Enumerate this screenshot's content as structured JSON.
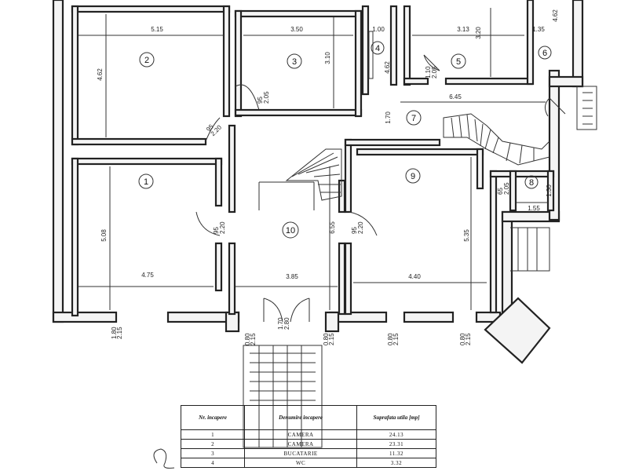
{
  "plan": {
    "rooms": [
      {
        "number": "1"
      },
      {
        "number": "2"
      },
      {
        "number": "3"
      },
      {
        "number": "4"
      },
      {
        "number": "5"
      },
      {
        "number": "6"
      },
      {
        "number": "7"
      },
      {
        "number": "8"
      },
      {
        "number": "9"
      },
      {
        "number": "10"
      }
    ],
    "dims": {
      "r2_w": "5.15",
      "r2_h": "4.62",
      "r3_w": "3.50",
      "r3_h": "3.10",
      "r4_w": "1.00",
      "r4_h": "4.62",
      "r5_w": "3.13",
      "r5_h": "3.20",
      "r6_w": "1.35",
      "r6_h": "4.62",
      "r7_w": "6.45",
      "r7_h": "1.70",
      "r1_w": "4.75",
      "r1_h": "5.08",
      "r10_w": "3.85",
      "r10_h": "6.55",
      "r9_w": "4.40",
      "r9_h": "5.35",
      "r8_w": "1.55",
      "r8_h": "1.30"
    },
    "door_labels": [
      {
        "top": "95",
        "bottom": "2.20"
      },
      {
        "top": "95",
        "bottom": "2.05"
      },
      {
        "top": "95",
        "bottom": "2.20"
      },
      {
        "top": "95",
        "bottom": "2.20"
      },
      {
        "top": "1.70",
        "bottom": "2.80"
      },
      {
        "top": "65",
        "bottom": "2.05"
      },
      {
        "top": "1.10",
        "bottom": "2.05"
      }
    ],
    "window_labels": [
      {
        "top": "1.80",
        "bottom": "2.15"
      },
      {
        "top": "0.80",
        "bottom": "2.15"
      },
      {
        "top": "0.80",
        "bottom": "2.15"
      },
      {
        "top": "0.80",
        "bottom": "2.15"
      },
      {
        "top": "0.80",
        "bottom": "2.15"
      }
    ]
  },
  "table": {
    "headers": [
      "Nr. incapere",
      "Denumire incapere",
      "Suprafata utila [mp]"
    ],
    "rows": [
      {
        "nr": "1",
        "name": "CAMERA",
        "area": "24.13"
      },
      {
        "nr": "2",
        "name": "CAMERA",
        "area": "23.31"
      },
      {
        "nr": "3",
        "name": "BUCATARIE",
        "area": "11.32"
      },
      {
        "nr": "4",
        "name": "WC",
        "area": "3.32"
      }
    ]
  }
}
